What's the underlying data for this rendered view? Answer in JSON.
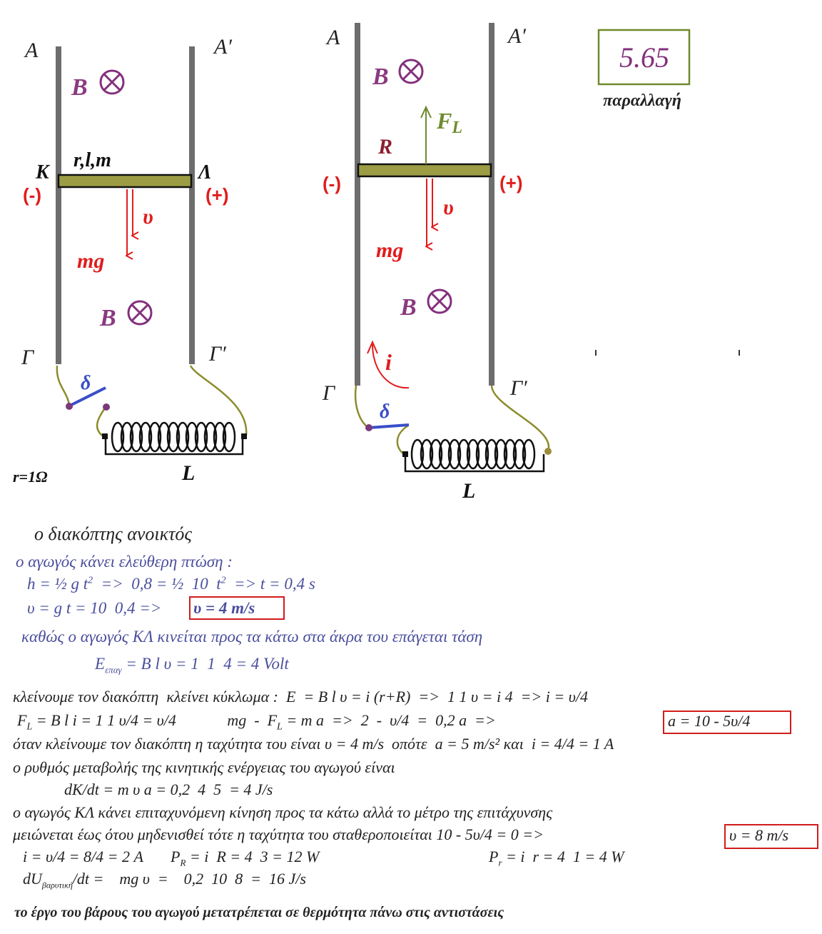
{
  "badge": {
    "number": "5.65",
    "subtitle": "παραλλαγή"
  },
  "left_diagram": {
    "top_left": "Α",
    "top_right": "Α′",
    "bottom_left": "Γ",
    "bottom_right": "Γ′",
    "field_top": "B",
    "field_bottom": "B",
    "rod_label": "r,l,m",
    "rod_left": "Κ",
    "rod_right": "Λ",
    "minus": "(-)",
    "plus": "(+)",
    "velocity": "υ",
    "weight": "mg",
    "switch": "δ",
    "coil": "L",
    "resistance": "r=1Ω"
  },
  "right_diagram": {
    "top_left": "Α",
    "top_right": "Α′",
    "bottom_left": "Γ",
    "bottom_right": "Γ′",
    "field_top": "B",
    "field_bottom": "B",
    "force_main": "F",
    "force_sub": "L",
    "rod_label": "R",
    "minus": "(-)",
    "plus": "(+)",
    "velocity": "υ",
    "weight": "mg",
    "current": "i",
    "switch": "δ",
    "coil": "L"
  },
  "solution": {
    "heading": "ο διακόπτης ανοικτός",
    "l1": "ο αγωγός κάνει ελεύθερη πτώση :",
    "l2a": "h = ½ g t",
    "l2b": "2",
    "l2c": "  =>  0,8 = ½  10  t",
    "l2d": "2",
    "l2e": "  => t = 0,4 s",
    "l3a": "υ = g t = 10  0,4 =>",
    "l3b": "υ = 4 m/s",
    "l4": "καθώς ο αγωγός ΚΛ κινείται προς τα κάτω στα άκρα του επάγεται τάση",
    "l5a": "E",
    "l5b": "επαγ",
    "l5c": " = B l υ = 1  1  4 = 4 Volt",
    "l6": "κλείνουμε τον διακόπτη  κλείνει κύκλωμα :  E  = B l υ = i (r+R)  =>  1 1 υ = i 4  => i = υ/4",
    "l7a": "F",
    "l7b": "L",
    "l7c": " = B l i = 1 1 υ/4 = υ/4             mg  -  F",
    "l7d": "L",
    "l7e": " = m a  =>  2  -  υ/4  =  0,2 a  =>",
    "l7f": "a = 10 - 5υ/4",
    "l8": "όταν κλείνουμε τον διακόπτη η ταχύτητα του είναι υ = 4 m/s  οπότε  a = 5 m/s² και  i = 4/4 = 1 A",
    "l9": "ο ρυθμός μεταβολής της κινητικής ενέργειας του αγωγού είναι",
    "l10": "dK/dt = m υ a = 0,2  4  5  = 4 J/s",
    "l11": "ο αγωγός ΚΛ κάνει επιταχυνόμενη κίνηση προς τα κάτω αλλά το μέτρο της επιτάχυνσης",
    "l12a": "μειώνεται έως ότου μηδενισθεί τότε η ταχύτητα του σταθεροποιείται 10 - 5υ/4 = 0 =>",
    "l12b": "υ = 8 m/s",
    "l13a": "i = υ/4 = 8/4 = 2 A       P",
    "l13b": "R",
    "l13c": " = i  R = 4  3 = 12 W",
    "l13d": "P",
    "l13e": "r",
    "l13f": " = i  r = 4  1 = 4 W",
    "l14a": "dU",
    "l14b": "βαρυτική",
    "l14c": "/dt =    mg υ  =    0,2  10  8  =  16 J/s",
    "l15": "το έργο του βάρους του αγωγού μετατρέπεται σε θερμότητα πάνω στις αντιστάσεις"
  }
}
